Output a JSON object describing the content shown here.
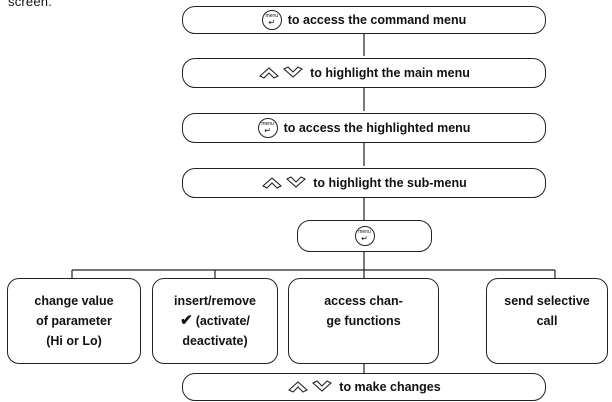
{
  "header": {
    "fragment": "screen."
  },
  "steps": [
    {
      "text": "to access the command menu",
      "icon": "menu-button-icon"
    },
    {
      "text": "to highlight the main menu",
      "icon": "up-down-arrows-icon"
    },
    {
      "text": "to access the highlighted menu",
      "icon": "menu-button-icon"
    },
    {
      "text": "to highlight the sub-menu",
      "icon": "up-down-arrows-icon"
    },
    {
      "text": "",
      "icon": "menu-button-icon"
    }
  ],
  "menu_key": {
    "label": "menu",
    "arrow": "↵"
  },
  "options": [
    {
      "lines": [
        "change value",
        "of parameter",
        "(Hi or Lo)"
      ]
    },
    {
      "lines": [
        "insert/remove",
        "(activate/",
        "deactivate)"
      ],
      "check_symbol": "✔"
    },
    {
      "lines": [
        "access chan-",
        "ge functions"
      ]
    },
    {
      "lines": [
        "send selective",
        "call"
      ]
    }
  ],
  "final_step": {
    "text": "to make changes",
    "icon": "up-down-arrows-icon"
  }
}
